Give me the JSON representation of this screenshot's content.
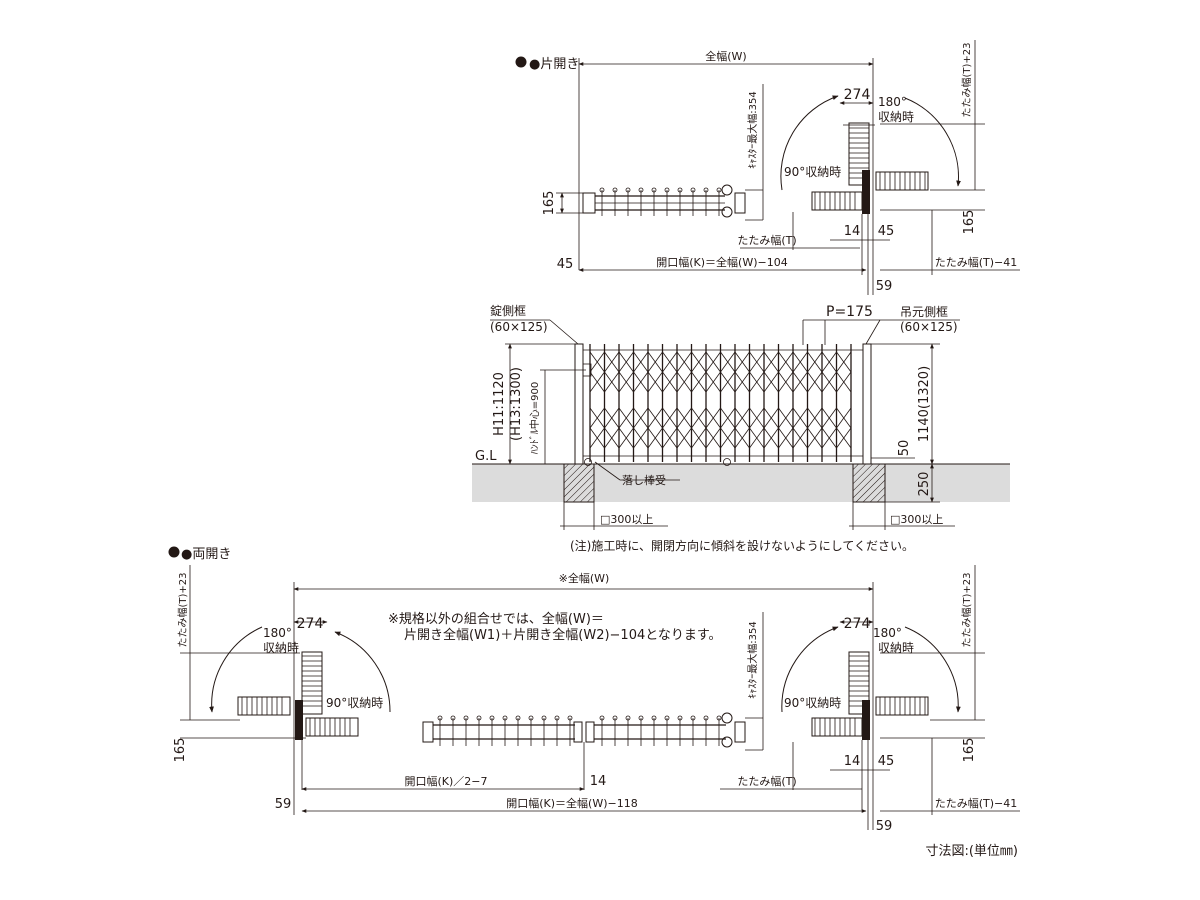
{
  "single": {
    "title": "●片開き",
    "full_width": "全幅(W)",
    "fold_width_plus": "たたみ幅(T)+23",
    "caster_max": "ｷｬｽﾀｰ最大幅:354",
    "d274": "274",
    "deg180": "180°",
    "stored": "収納時",
    "deg90": "90°収納時",
    "d165": "165",
    "d14": "14",
    "d45": "45",
    "fold_width": "たたみ幅(T)",
    "d45b": "45",
    "opening": "開口幅(K)＝全幅(W)−104",
    "fold_minus": "たたみ幅(T)−41",
    "d59": "59"
  },
  "elevation": {
    "lock_frame": "錠側框",
    "lock_frame_size": "(60×125)",
    "pitch": "P=175",
    "hinge_frame": "吊元側框",
    "hinge_frame_size": "(60×125)",
    "h11": "H11:1120",
    "h13": "(H13:1300)",
    "handle": "ﾊﾝﾄﾞﾙ中心=900",
    "gl": "G.L",
    "h1140": "1140(1320)",
    "d50": "50",
    "d250": "250",
    "drop_rod": "落し棒受",
    "sq300a": "□300以上",
    "sq300b": "□300以上",
    "note": "(注)施工時に、開閉方向に傾斜を設けないようにしてください。"
  },
  "double": {
    "title": "●両開き",
    "full_width": "※全幅(W)",
    "note1": "※規格以外の組合せでは、全幅(W)＝",
    "note2": "片開き全幅(W1)＋片開き全幅(W2)−104となります。",
    "fold_plus_left": "たたみ幅(T)+23",
    "fold_plus_right": "たたみ幅(T)+23",
    "d274_left": "274",
    "d274_right": "274",
    "deg180_left": "180°",
    "stored_left": "収納時",
    "deg180_right": "180°",
    "stored_right": "収納時",
    "deg90_left": "90°収納時",
    "deg90_right": "90°収納時",
    "caster_max": "ｷｬｽﾀｰ最大幅:354",
    "d165_left": "165",
    "d165_right": "165",
    "half_opening": "開口幅(K)／2−7",
    "d14_mid": "14",
    "d14_right": "14",
    "d45": "45",
    "fold_width": "たたみ幅(T)",
    "d59_left": "59",
    "opening": "開口幅(K)＝全幅(W)−118",
    "fold_minus": "たたみ幅(T)−41",
    "d59_right": "59"
  },
  "footer": "寸法図:(単位㎜)"
}
